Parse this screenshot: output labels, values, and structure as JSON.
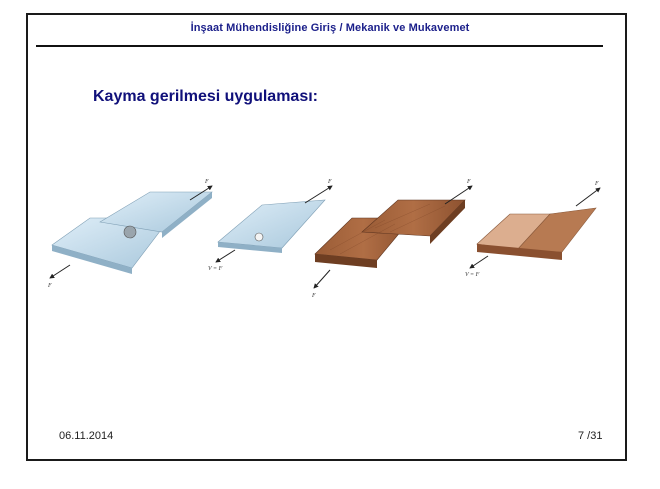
{
  "slide": {
    "header_title": "İnşaat Mühendisliğine Giriş / Mekanik ve Mukavemet",
    "heading": "Kayma gerilmesi uygulaması:",
    "footer_date": "06.11.2014",
    "footer_page": "7 /31"
  },
  "figure": {
    "labels": {
      "force_f": "F",
      "shear_v": "V = F"
    },
    "colors": {
      "metal_light": "#cfe4f2",
      "metal_dark": "#8fb3cc",
      "wood_dark": "#8a5030",
      "wood_light": "#b9805a",
      "wood_pale": "#d8a888"
    }
  }
}
